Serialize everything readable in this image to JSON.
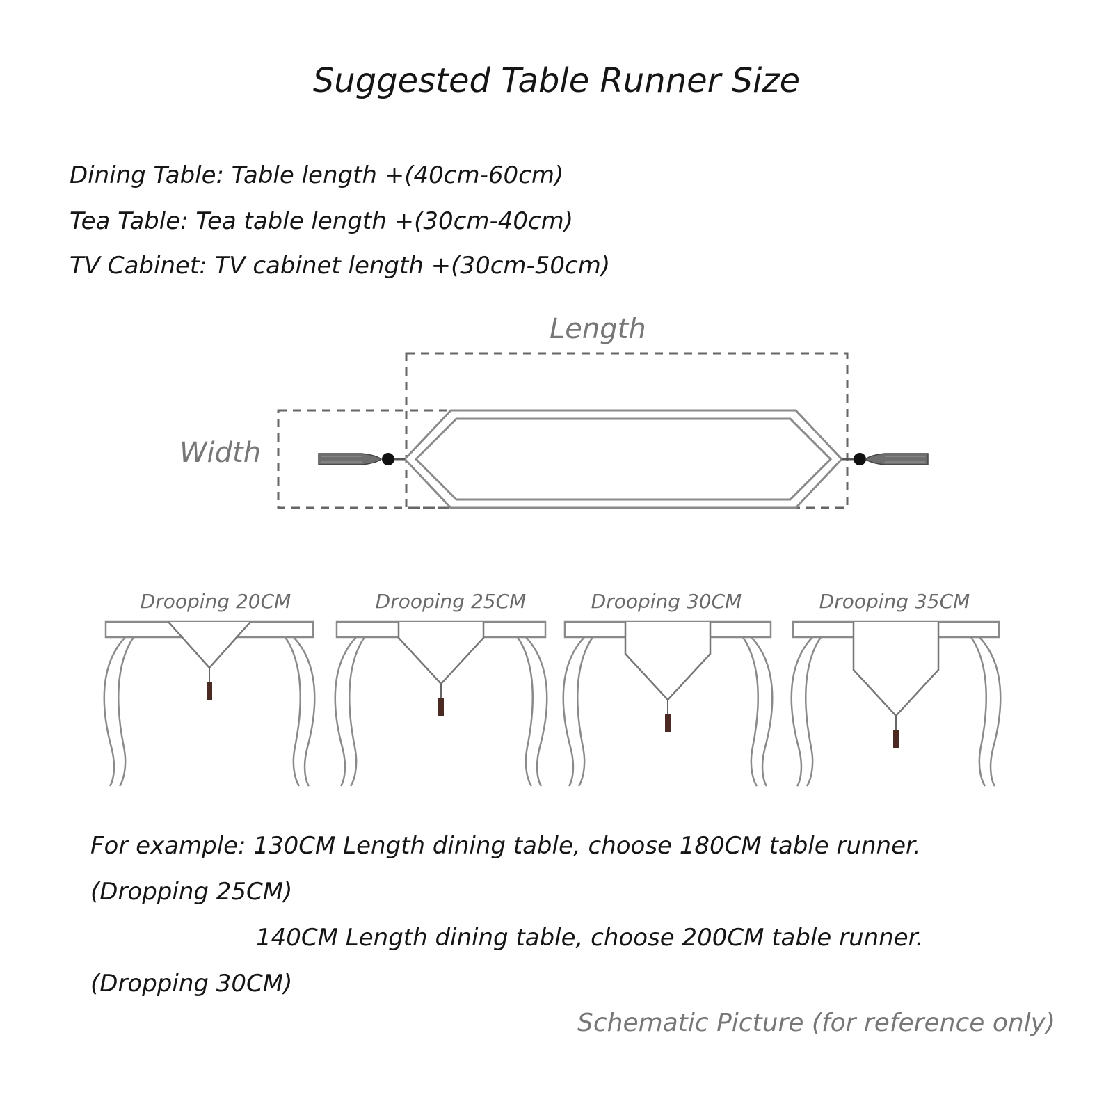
{
  "title": "Suggested Table Runner Size",
  "rules": [
    "Dining Table: Table length +(40cm-60cm)",
    "Tea Table: Tea table length +(30cm-40cm)",
    "TV Cabinet: TV cabinet length +(30cm-50cm)"
  ],
  "diagram": {
    "length_label": "Length",
    "width_label": "Width"
  },
  "drooping": [
    {
      "label": "Drooping 20CM",
      "drop": 20
    },
    {
      "label": "Drooping 25CM",
      "drop": 25
    },
    {
      "label": "Drooping 30CM",
      "drop": 30
    },
    {
      "label": "Drooping 35CM",
      "drop": 35
    }
  ],
  "examples": [
    "For example: 130CM Length dining table, choose 180CM table runner.",
    "(Dropping 25CM)",
    "140CM Length dining table, choose 200CM table runner.",
    "(Dropping 30CM)"
  ],
  "note": "Schematic Picture (for reference only)",
  "colors": {
    "line": "#8a8a8a",
    "tassel": "#4a2a22",
    "dash": "#666666"
  }
}
